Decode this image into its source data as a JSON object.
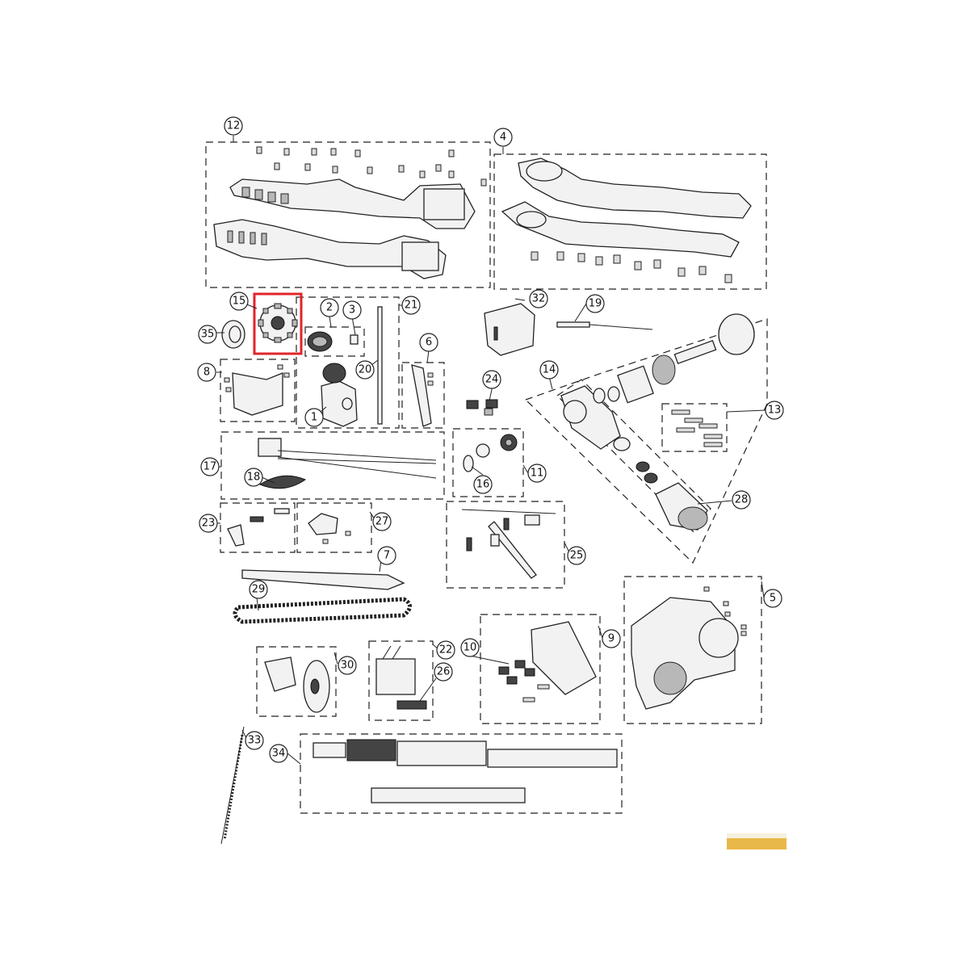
{
  "callouts": {
    "c1": "1",
    "c2": "2",
    "c3": "3",
    "c4": "4",
    "c5": "5",
    "c6": "6",
    "c7": "7",
    "c8": "8",
    "c9": "9",
    "c10": "10",
    "c11": "11",
    "c12": "12",
    "c13": "13",
    "c14": "14",
    "c15": "15",
    "c16": "16",
    "c17": "17",
    "c18": "18",
    "c19": "19",
    "c20": "20",
    "c21": "21",
    "c22": "22",
    "c23": "23",
    "c24": "24",
    "c25": "25",
    "c26": "26",
    "c27": "27",
    "c28": "28",
    "c29": "29",
    "c30": "30",
    "c32": "32",
    "c33": "33",
    "c34": "34",
    "c35": "35"
  },
  "highlighted_part": "15",
  "colors": {
    "highlight": "#e0242b",
    "line": "#222222",
    "swatch": "#e9b84a"
  }
}
